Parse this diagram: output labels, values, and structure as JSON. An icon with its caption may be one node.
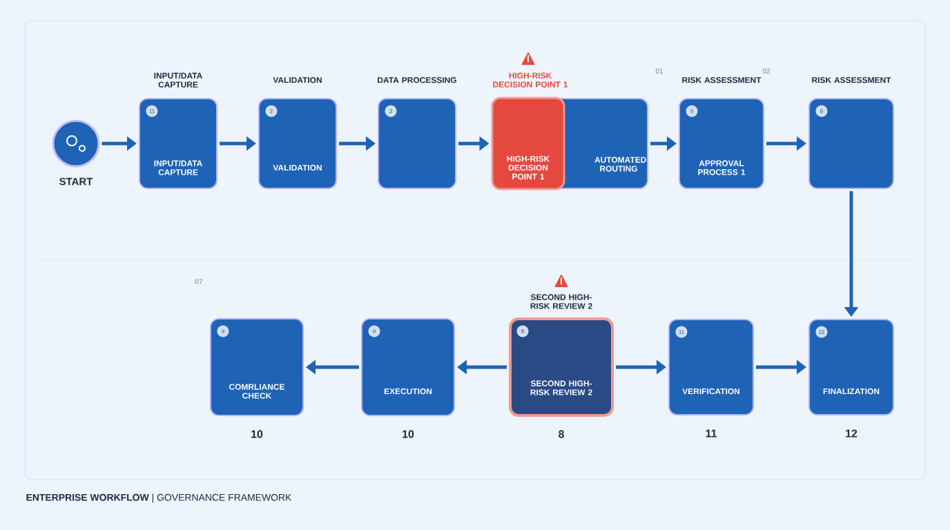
{
  "diagram": {
    "title": "**ENTERPRISE WORKFLOW** | GOVERNANCE FRAMEWORK",
    "nodes": [
      {
        "text": [
          "START"
        ]
      },
      {
        "text": [
          "INPUT/DATA CAPTURE",
          "11",
          "INPUT/DATA CAPTURE"
        ]
      },
      {
        "text": [
          "VALIDATION",
          "2",
          "VALIDATION"
        ]
      },
      {
        "text": [
          "DATA PROCESSING",
          "3"
        ]
      },
      {
        "text": [
          "HIGH-RISK DECISION POINT 1",
          "HIGH-RISK DECISION POINT 1"
        ]
      },
      {
        "text": [
          "AUTOMATED ROUTING"
        ]
      },
      {
        "text": [
          "RISK ASSESSMENT",
          "0",
          "APPROVAL PROCESS 1"
        ]
      },
      {
        "text": [
          "RISK ASSESSMENT",
          "6"
        ]
      },
      {
        "text": [
          "12",
          "FINALIZATION"
        ],
        "beside": [
          "12"
        ]
      },
      {
        "text": [
          "11",
          "VERIFICATION"
        ],
        "beside": [
          "11"
        ]
      },
      {
        "text": [
          "SECOND HIGH-RISK REVIEW 2",
          "8",
          "SECOND HIGH-RISK REVIEW 2"
        ],
        "beside": [
          "8"
        ]
      },
      {
        "text": [
          "9",
          "EXECUTION"
        ],
        "beside": [
          "10"
        ]
      },
      {
        "text": [
          "9",
          "COMRLIANCE CHECK"
        ],
        "beside": [
          "10"
        ]
      }
    ],
    "edges": [
      {
        "from": 0,
        "to": 1,
        "arrow": "to"
      },
      {
        "from": 1,
        "to": 2,
        "arrow": "to"
      },
      {
        "from": 2,
        "to": 3,
        "arrow": "to"
      },
      {
        "from": 3,
        "to": 4,
        "arrow": "to"
      },
      {
        "from": 5,
        "to": 6,
        "arrow": "to"
      },
      {
        "from": 6,
        "to": 7,
        "arrow": "to"
      },
      {
        "from": 7,
        "to": 8,
        "arrow": "to"
      },
      {
        "from": 10,
        "to": 9,
        "arrow": "to"
      },
      {
        "from": 9,
        "to": 8,
        "arrow": "to"
      },
      {
        "from": 10,
        "to": 11,
        "arrow": "to"
      },
      {
        "from": 11,
        "to": 12,
        "arrow": "to"
      }
    ],
    "labels": [
      "01",
      "02",
      "07"
    ]
  }
}
